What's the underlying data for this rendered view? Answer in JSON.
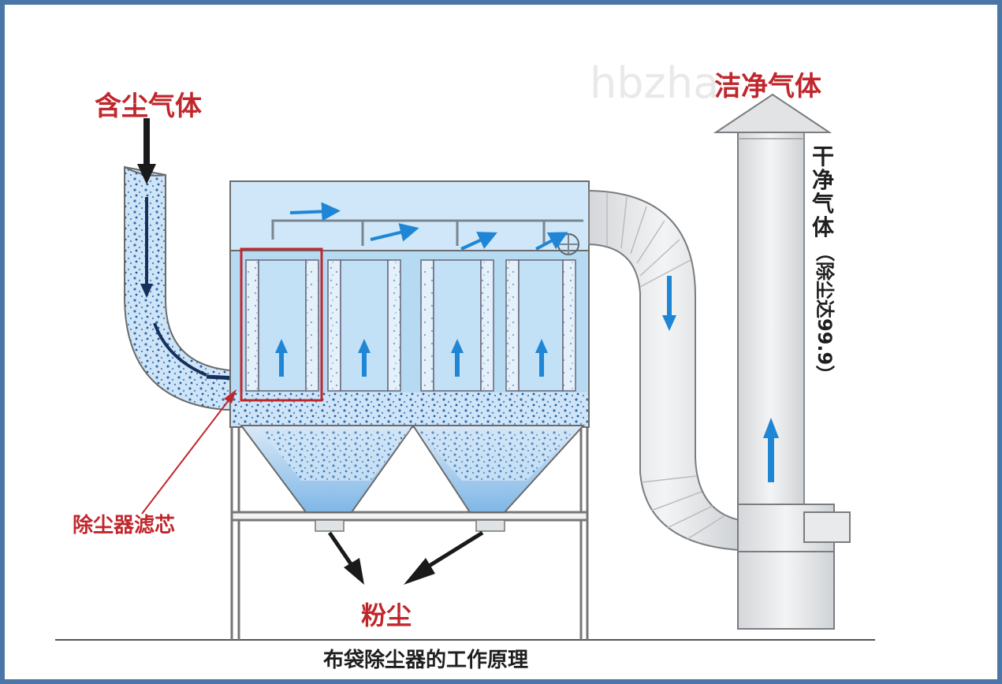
{
  "watermark": "hbzha",
  "labels": {
    "dusty_gas": "含尘气体",
    "clean_gas": "洁净气体",
    "filter_cartridge": "除尘器滤芯",
    "dust": "粉尘",
    "caption": "布袋除尘器的工作原理",
    "dry_clean_gas_chars": [
      "干",
      "净",
      "气",
      "体"
    ],
    "efficiency_note": "（除尘达99.9）"
  },
  "colors": {
    "frame_border": "#4a76a8",
    "label_red": "#c0272d",
    "housing_blue": "#a9d3f1",
    "dust_blue": "#2f6fb3",
    "arrow_blue": "#1f86d6",
    "duct_gray": "#e4e6e8"
  }
}
